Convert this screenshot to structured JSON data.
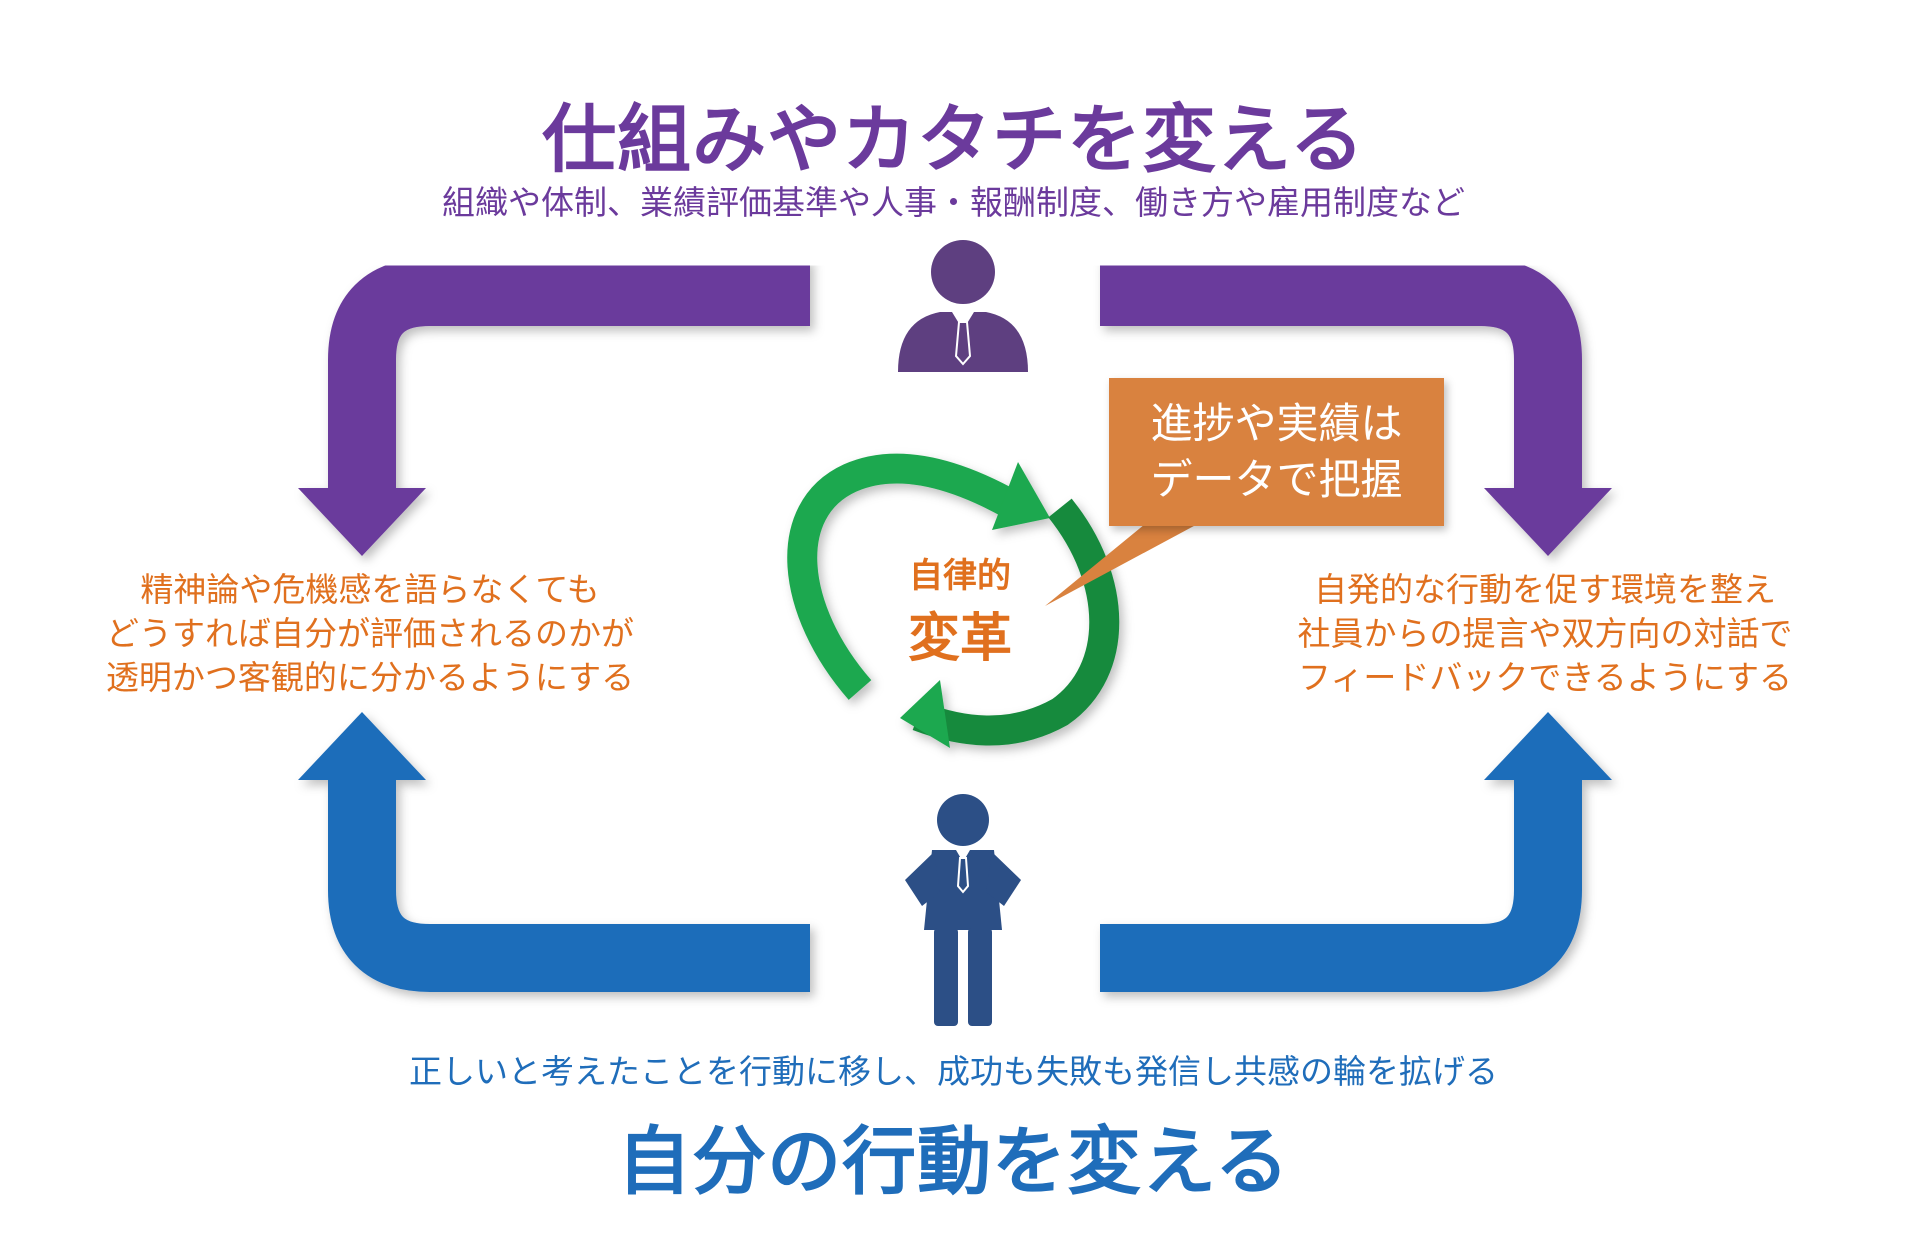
{
  "top": {
    "title": "仕組みやカタチを変える",
    "subtitle": "組織や体制、業績評価基準や人事・報酬制度、働き方や雇用制度など"
  },
  "left": {
    "lines": [
      "精神論や危機感を語らなくても",
      "どうすれば自分が評価されるのかが",
      "透明かつ客観的に分かるようにする"
    ]
  },
  "right": {
    "lines": [
      "自発的な行動を促す環境を整え",
      "社員からの提言や双方向の対話で",
      "フィードバックできるようにする"
    ]
  },
  "center": {
    "label_small": "自律的",
    "label_large": "変革"
  },
  "callout": {
    "lines": [
      "進捗や実績は",
      "データで把握"
    ]
  },
  "bottom": {
    "subtitle": "正しいと考えたことを行動に移し、成功も失敗も発信し共感の輪を拡げる",
    "title": "自分の行動を変える"
  },
  "colors": {
    "purple": "#6b3a9c",
    "blue": "#1f6dba",
    "orange": "#e0701e",
    "green": "#1fa84f",
    "green_dark": "#178a3e",
    "callout": "#d9823f",
    "person_top": "#5e3f80",
    "person_bottom": "#2c4f86"
  },
  "icons": [
    "person-top-icon",
    "person-bottom-icon",
    "cycle-arrows-icon"
  ]
}
